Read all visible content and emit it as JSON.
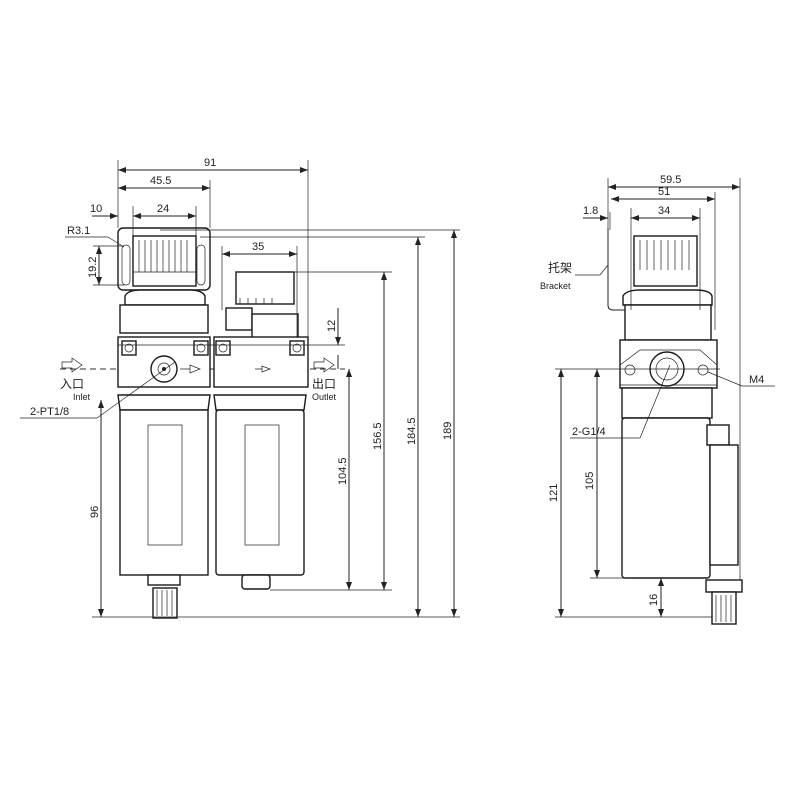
{
  "front_view": {
    "dims": {
      "overall_width": "91",
      "unit_width": "45.5",
      "knob_offset": "10",
      "knob_width": "24",
      "corner_radius": "R3.1",
      "slot_height": "19.2",
      "gauge_width": "35",
      "port_offset": "12",
      "height_189": "189",
      "height_184_5": "184.5",
      "height_156_5": "156.5",
      "height_104_5": "104.5",
      "height_96": "96"
    },
    "inlet": {
      "cn": "入口",
      "en": "Inlet"
    },
    "outlet": {
      "cn": "出口",
      "en": "Outlet"
    },
    "port_label": "2-PT1/8"
  },
  "side_view": {
    "dims": {
      "overall_width": "59.5",
      "body_width": "51",
      "knob_width": "34",
      "bracket_thickness": "1.8",
      "height_121": "121",
      "height_105": "105",
      "drain_height": "16"
    },
    "bracket": {
      "cn": "托架",
      "en": "Bracket"
    },
    "mount_hole": "M4",
    "port_label": "2-G1/4"
  }
}
